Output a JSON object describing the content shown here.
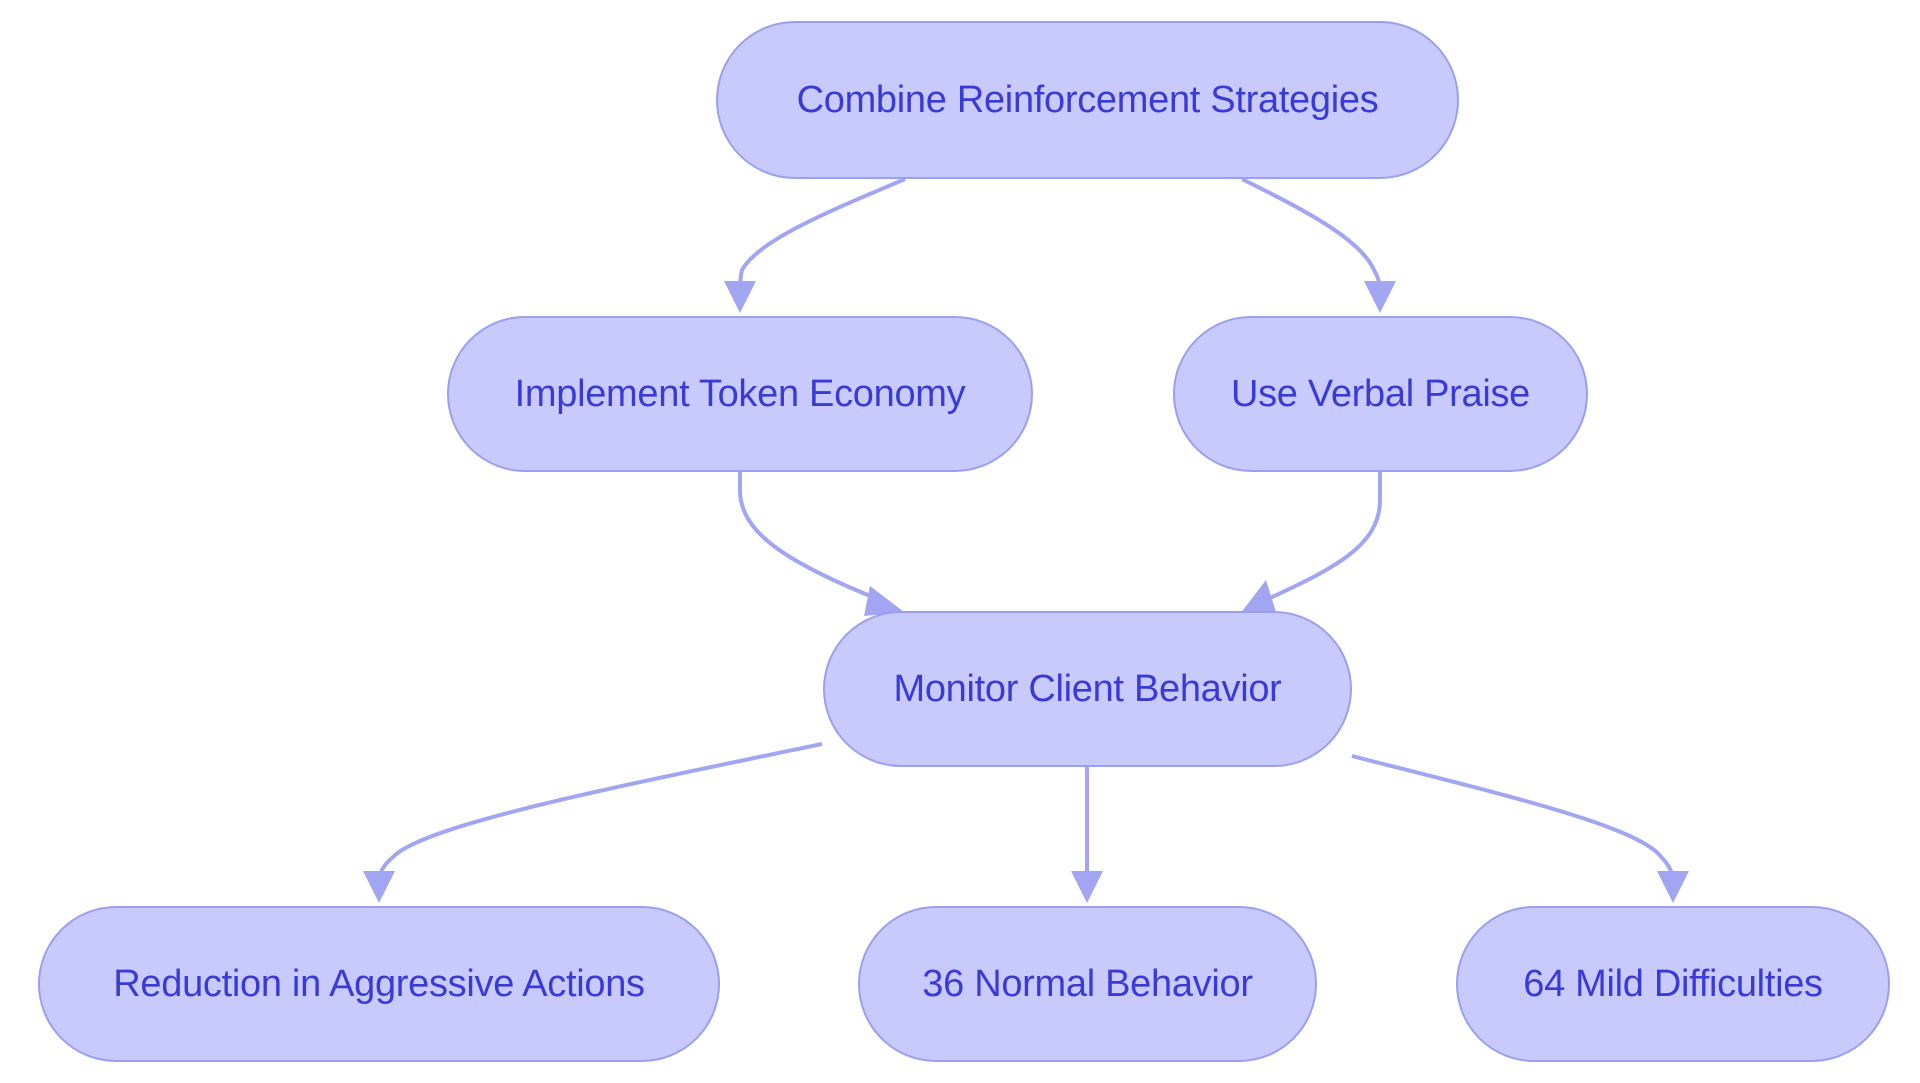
{
  "diagram": {
    "colors": {
      "node_fill": "#c8cafd",
      "node_border": "#9b9ff0",
      "node_text": "#3a3ad6",
      "edge": "#a2a5f2"
    },
    "nodes": {
      "combine": "Combine Reinforcement Strategies",
      "token": "Implement Token Economy",
      "praise": "Use Verbal Praise",
      "monitor": "Monitor Client Behavior",
      "reduction": "Reduction in Aggressive Actions",
      "normal": "36 Normal Behavior",
      "mild": "64 Mild Difficulties"
    },
    "edges": [
      {
        "from": "combine",
        "to": "token"
      },
      {
        "from": "combine",
        "to": "praise"
      },
      {
        "from": "token",
        "to": "monitor"
      },
      {
        "from": "praise",
        "to": "monitor"
      },
      {
        "from": "monitor",
        "to": "reduction"
      },
      {
        "from": "monitor",
        "to": "normal"
      },
      {
        "from": "monitor",
        "to": "mild"
      }
    ]
  }
}
